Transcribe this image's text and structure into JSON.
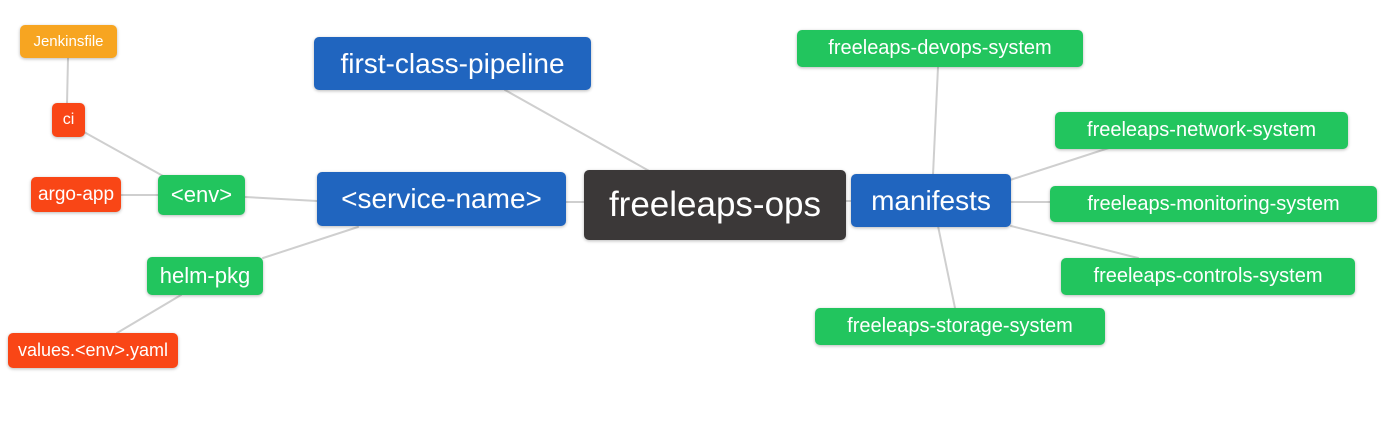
{
  "diagram": {
    "type": "mindmap",
    "center": "freeleaps_ops",
    "edge_color": "#cfcfcf",
    "palette": {
      "blue": "#2065bf",
      "green": "#22c55e",
      "orange": "#f7a521",
      "red": "#f94616",
      "dark": "#3b3838"
    },
    "nodes": {
      "jenkinsfile": {
        "label": "Jenkinsfile",
        "color": "#f7a521"
      },
      "ci": {
        "label": "ci",
        "color": "#f94616"
      },
      "argo_app": {
        "label": "argo-app",
        "color": "#f94616"
      },
      "env": {
        "label": "<env>",
        "color": "#22c55e"
      },
      "helm_pkg": {
        "label": "helm-pkg",
        "color": "#22c55e"
      },
      "values_env_yaml": {
        "label": "values.<env>.yaml",
        "color": "#f94616"
      },
      "first_class_pipeline": {
        "label": "first-class-pipeline",
        "color": "#2065bf"
      },
      "service_name": {
        "label": "<service-name>",
        "color": "#2065bf"
      },
      "freeleaps_ops": {
        "label": "freeleaps-ops",
        "color": "#3b3838"
      },
      "manifests": {
        "label": "manifests",
        "color": "#2065bf"
      },
      "devops_system": {
        "label": "freeleaps-devops-system",
        "color": "#22c55e"
      },
      "network_system": {
        "label": "freeleaps-network-system",
        "color": "#22c55e"
      },
      "monitoring_system": {
        "label": "freeleaps-monitoring-system",
        "color": "#22c55e"
      },
      "controls_system": {
        "label": "freeleaps-controls-system",
        "color": "#22c55e"
      },
      "storage_system": {
        "label": "freeleaps-storage-system",
        "color": "#22c55e"
      }
    },
    "edges": [
      {
        "from": "jenkinsfile",
        "to": "ci"
      },
      {
        "from": "ci",
        "to": "env"
      },
      {
        "from": "argo_app",
        "to": "env"
      },
      {
        "from": "env",
        "to": "service_name"
      },
      {
        "from": "helm_pkg",
        "to": "service_name"
      },
      {
        "from": "values_env_yaml",
        "to": "helm_pkg"
      },
      {
        "from": "first_class_pipeline",
        "to": "freeleaps_ops"
      },
      {
        "from": "service_name",
        "to": "freeleaps_ops"
      },
      {
        "from": "freeleaps_ops",
        "to": "manifests"
      },
      {
        "from": "devops_system",
        "to": "manifests"
      },
      {
        "from": "manifests",
        "to": "network_system"
      },
      {
        "from": "manifests",
        "to": "monitoring_system"
      },
      {
        "from": "manifests",
        "to": "controls_system"
      },
      {
        "from": "manifests",
        "to": "storage_system"
      }
    ]
  }
}
